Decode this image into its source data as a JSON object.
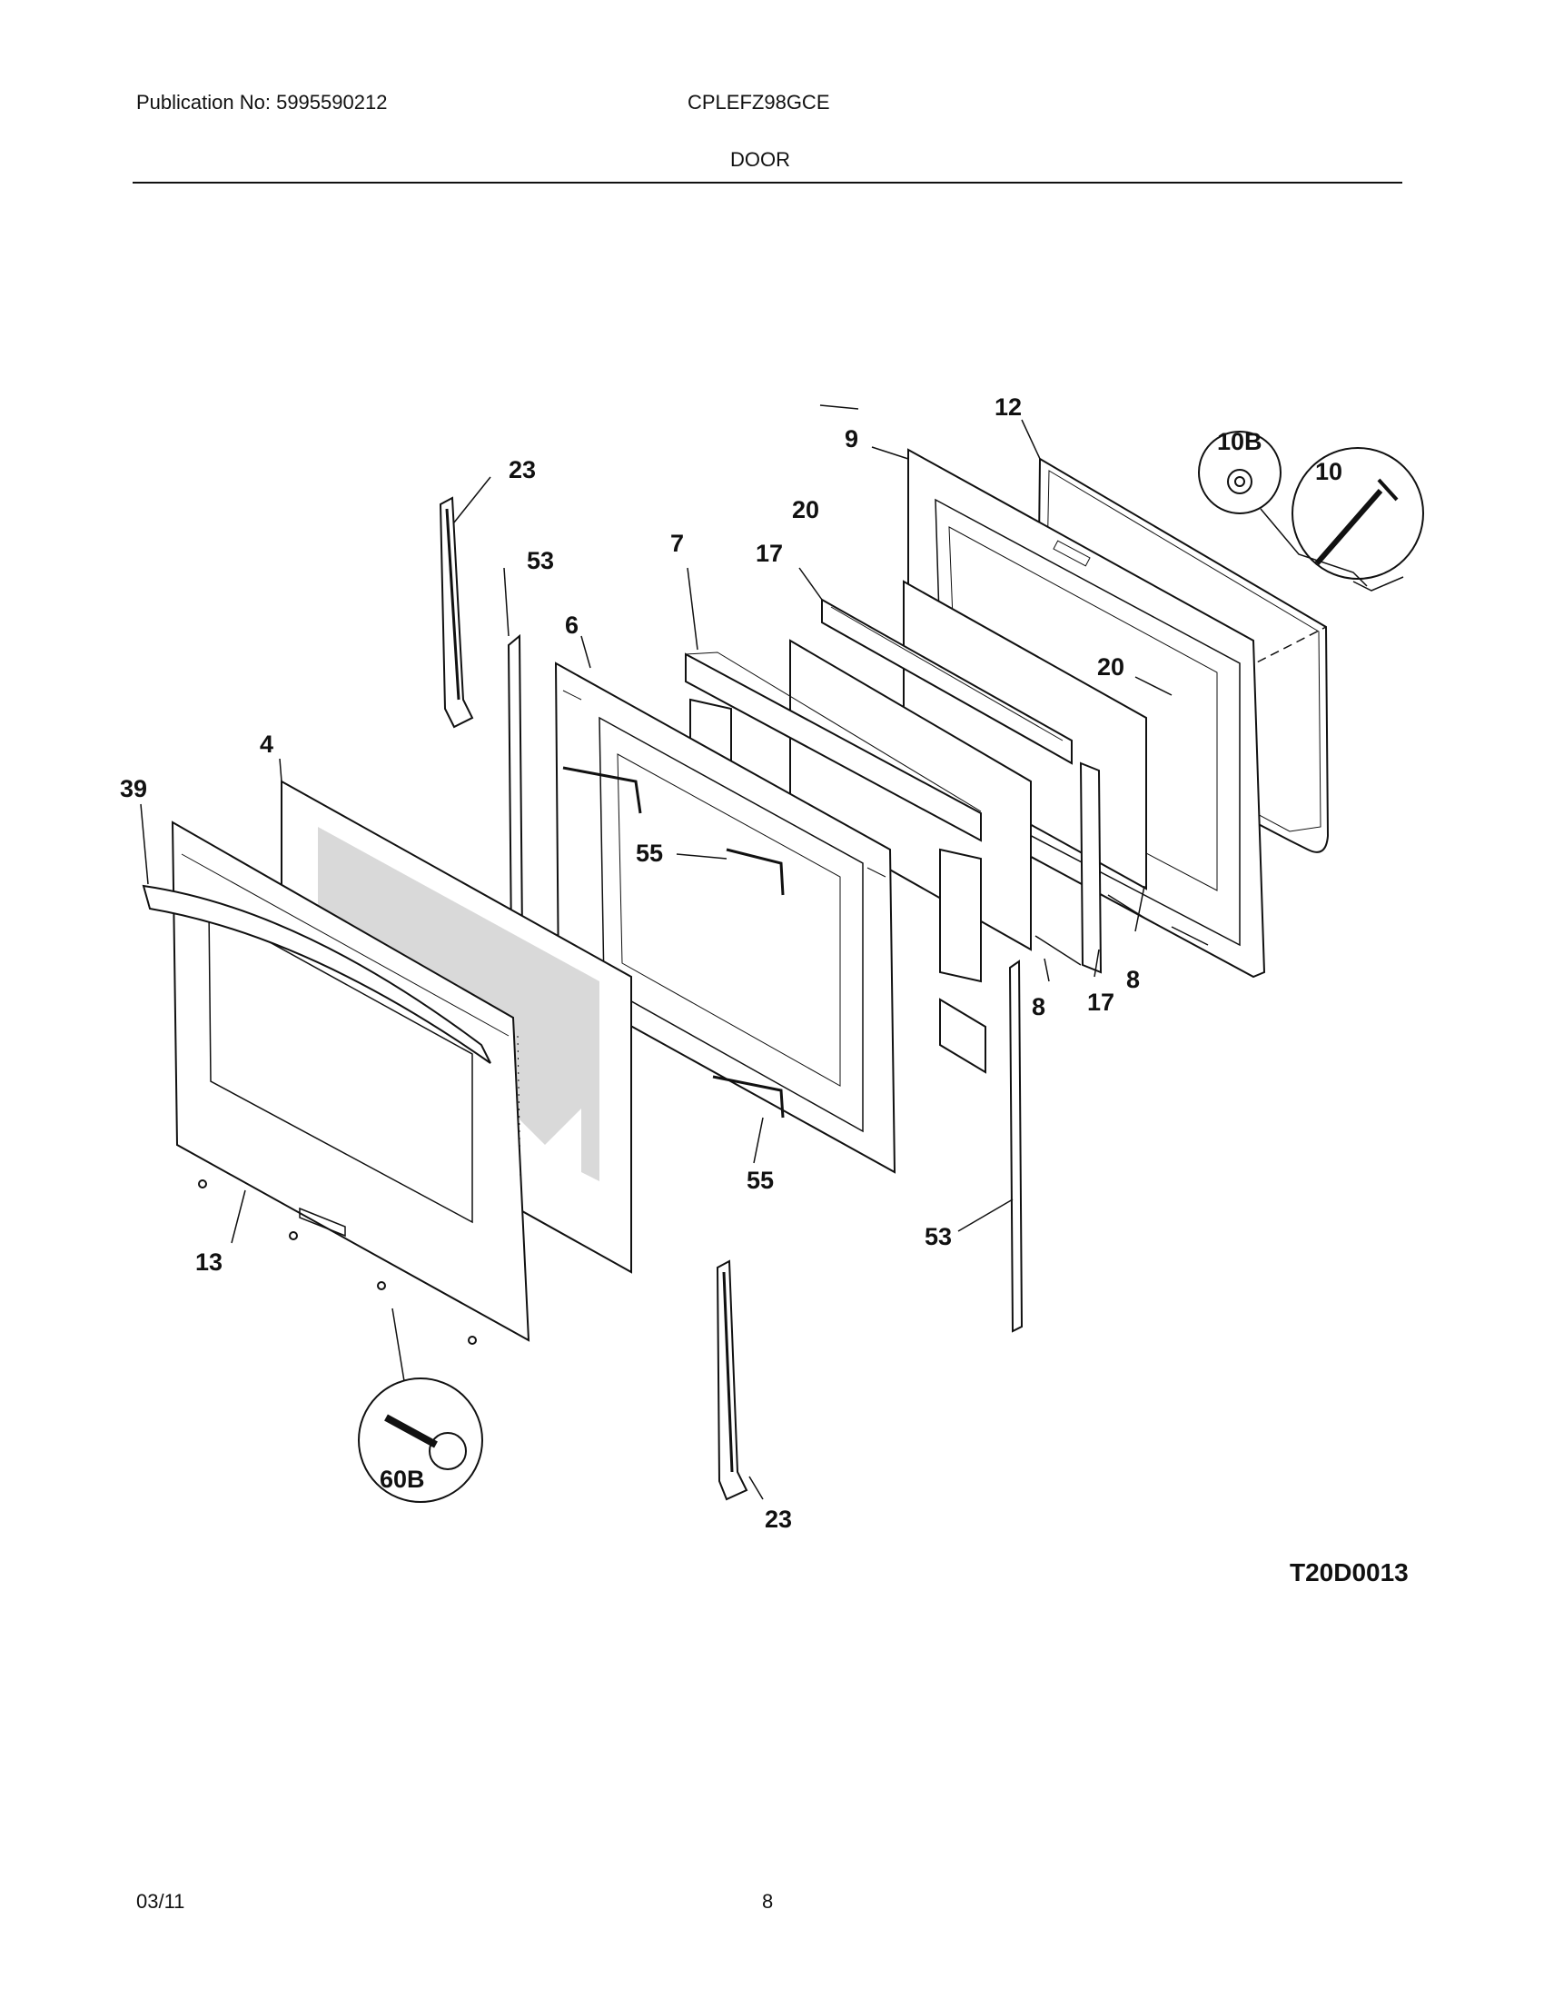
{
  "header": {
    "publication": "Publication No: 5995590212",
    "model": "CPLEFZ98GCE",
    "section": "DOOR"
  },
  "diagram": {
    "drawing_code": "T20D0013",
    "callouts": {
      "c4": "4",
      "c6": "6",
      "c7": "7",
      "c8a": "8",
      "c8b": "8",
      "c9": "9",
      "c10": "10",
      "c10b": "10B",
      "c12": "12",
      "c13": "13",
      "c17a": "17",
      "c17b": "17",
      "c20a": "20",
      "c20b": "20",
      "c23a": "23",
      "c23b": "23",
      "c39": "39",
      "c53a": "53",
      "c53b": "53",
      "c55a": "55",
      "c55b": "55",
      "c60b": "60B"
    }
  },
  "footer": {
    "date": "03/11",
    "page": "8"
  }
}
